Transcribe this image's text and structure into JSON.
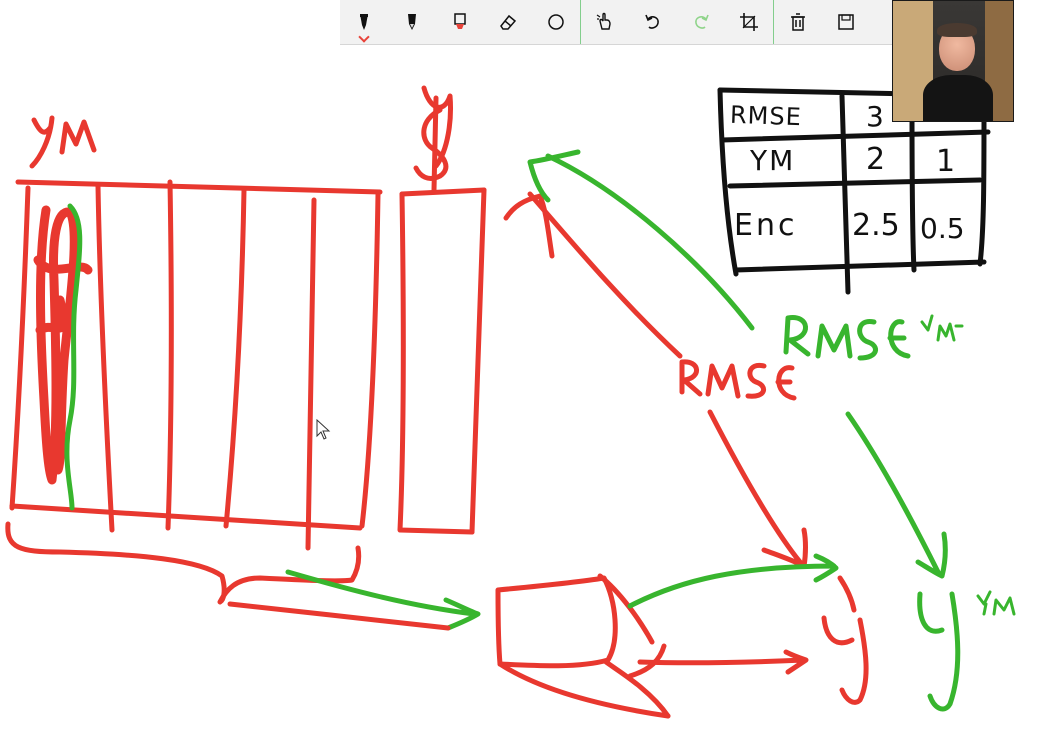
{
  "toolbar": {
    "tools": [
      {
        "name": "ballpoint-pen",
        "icon": "ballpoint-pen-icon",
        "active": true
      },
      {
        "name": "pencil",
        "icon": "pencil-icon",
        "active": false
      },
      {
        "name": "highlighter",
        "icon": "highlighter-icon",
        "active": false
      },
      {
        "name": "eraser",
        "icon": "eraser-icon",
        "active": false
      },
      {
        "name": "lasso",
        "icon": "lasso-icon",
        "active": false
      },
      {
        "name": "touch-writing",
        "icon": "touch-writing-icon",
        "active": false
      },
      {
        "name": "undo",
        "icon": "undo-icon",
        "active": false
      },
      {
        "name": "redo",
        "icon": "redo-icon",
        "active": false
      },
      {
        "name": "crop",
        "icon": "crop-icon",
        "active": false
      },
      {
        "name": "delete",
        "icon": "trash-icon",
        "active": false
      },
      {
        "name": "save",
        "icon": "save-icon",
        "active": false
      }
    ],
    "accent_color": "#e8433a"
  },
  "ink_colors": {
    "red": "#e8382f",
    "green": "#38b52e",
    "black": "#111111"
  },
  "handwriting": {
    "ym_label": "YM",
    "y_label": "y",
    "rmse_label": "RMSE",
    "rmse_ym_label": "RMSE",
    "rmse_ym_sup": "YM",
    "y_out_label": "y",
    "y_ym_label": "y",
    "y_ym_sup": "YM",
    "dollar_sign": "$"
  },
  "table": {
    "rows": [
      [
        "RMSE",
        "3",
        ""
      ],
      [
        "YM",
        "2",
        "1"
      ],
      [
        "Enc",
        "2.5",
        "0.5"
      ]
    ]
  }
}
